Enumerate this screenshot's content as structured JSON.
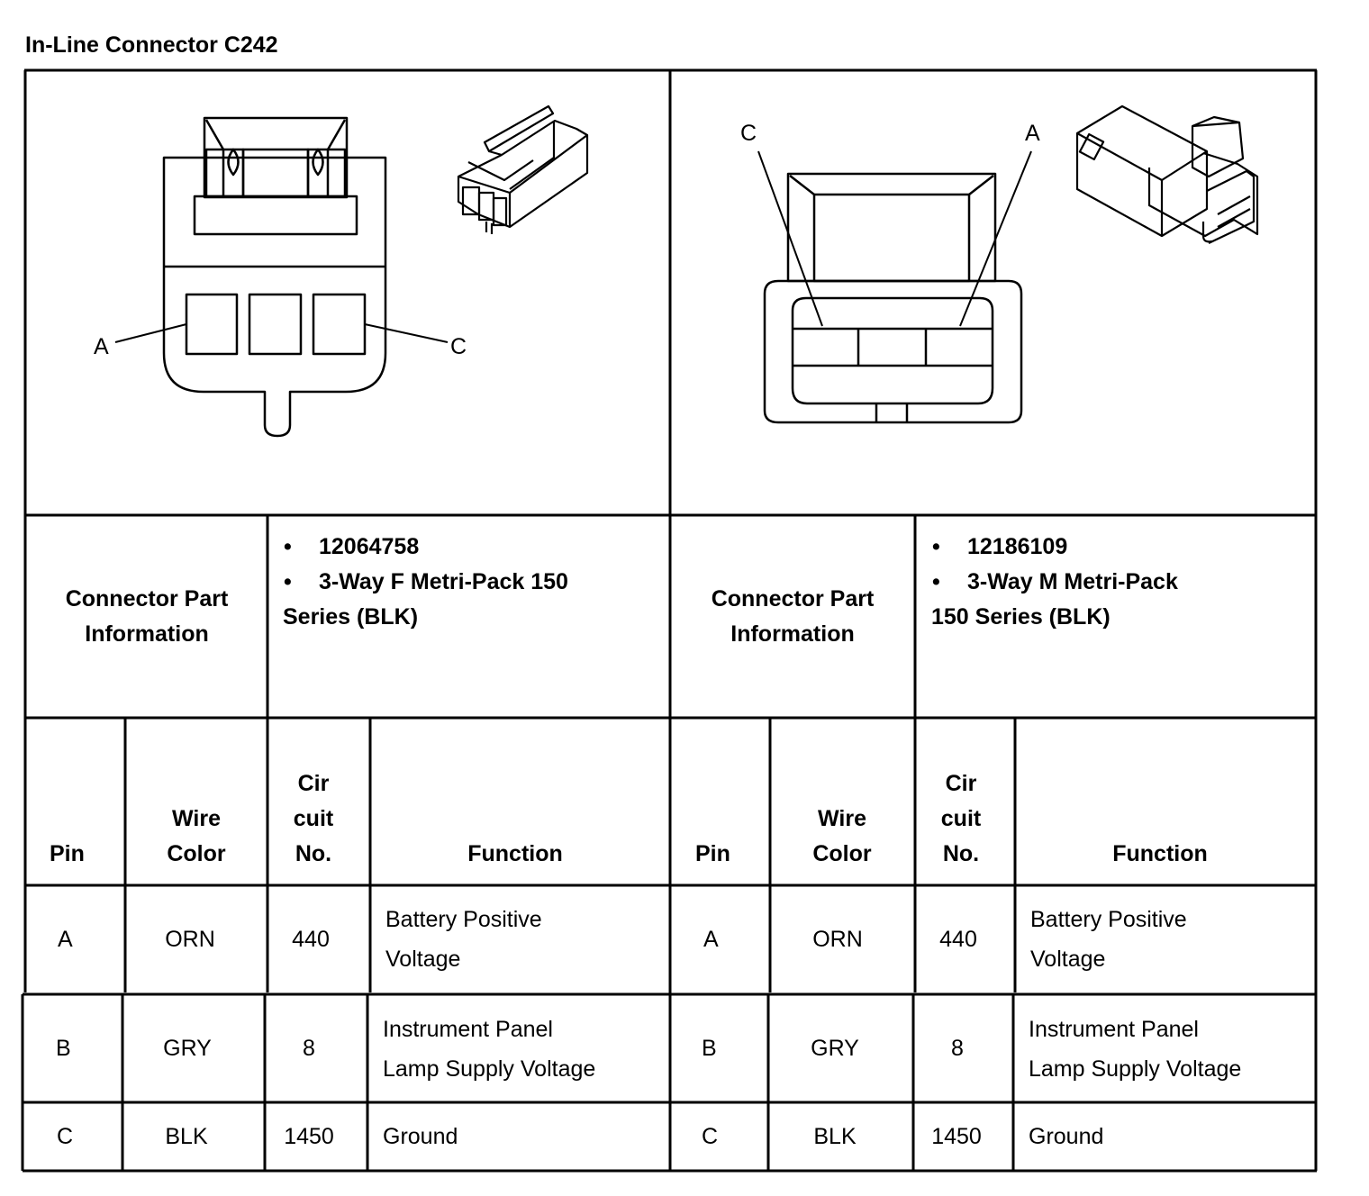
{
  "title": "In-Line Connector C242",
  "diagram_labels": {
    "left_pin_a": "A",
    "left_pin_c": "C",
    "right_pin_c": "C",
    "right_pin_a": "A"
  },
  "connectors": [
    {
      "info_label_line1": "Connector Part",
      "info_label_line2": "Information",
      "part_number": "12064758",
      "desc_line1": "3-Way F Metri-Pack 150",
      "desc_line2": "Series (BLK)",
      "headers": {
        "pin": "Pin",
        "wire_line1": "Wire",
        "wire_line2": "Color",
        "circuit_line1": "Cir",
        "circuit_line2": "cuit",
        "circuit_line3": "No.",
        "function": "Function"
      },
      "rows": [
        {
          "pin": "A",
          "wire": "ORN",
          "circuit": "440",
          "func_line1": "Battery Positive",
          "func_line2": "Voltage"
        },
        {
          "pin": "B",
          "wire": "GRY",
          "circuit": "8",
          "func_line1": "Instrument Panel",
          "func_line2": "Lamp Supply Voltage"
        },
        {
          "pin": "C",
          "wire": "BLK",
          "circuit": "1450",
          "func_line1": "Ground",
          "func_line2": ""
        }
      ]
    },
    {
      "info_label_line1": "Connector Part",
      "info_label_line2": "Information",
      "part_number": "12186109",
      "desc_line1": "3-Way M Metri-Pack",
      "desc_line2": "150 Series (BLK)",
      "headers": {
        "pin": "Pin",
        "wire_line1": "Wire",
        "wire_line2": "Color",
        "circuit_line1": "Cir",
        "circuit_line2": "cuit",
        "circuit_line3": "No.",
        "function": "Function"
      },
      "rows": [
        {
          "pin": "A",
          "wire": "ORN",
          "circuit": "440",
          "func_line1": "Battery Positive",
          "func_line2": "Voltage"
        },
        {
          "pin": "B",
          "wire": "GRY",
          "circuit": "8",
          "func_line1": "Instrument Panel",
          "func_line2": "Lamp Supply Voltage"
        },
        {
          "pin": "C",
          "wire": "BLK",
          "circuit": "1450",
          "func_line1": "Ground",
          "func_line2": ""
        }
      ]
    }
  ]
}
